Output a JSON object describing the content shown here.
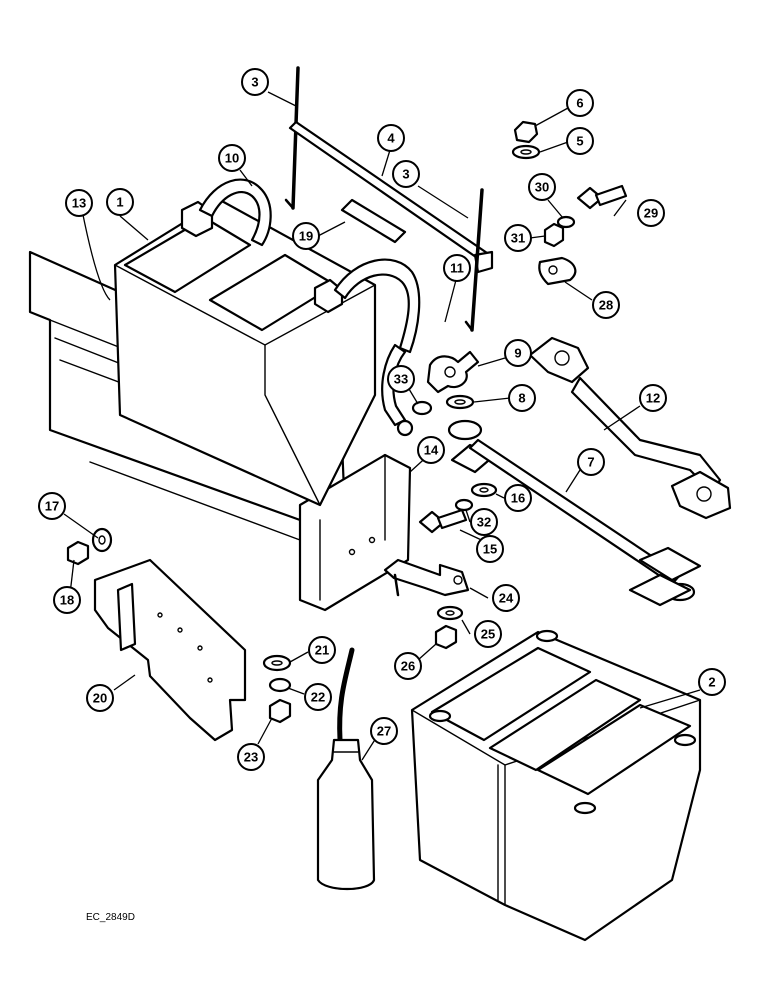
{
  "diagram_ref": "EC_2849D",
  "callouts": [
    "1",
    "2",
    "3",
    "3",
    "4",
    "5",
    "6",
    "7",
    "8",
    "9",
    "10",
    "11",
    "12",
    "13",
    "14",
    "15",
    "16",
    "17",
    "18",
    "19",
    "20",
    "21",
    "22",
    "23",
    "24",
    "25",
    "26",
    "27",
    "28",
    "29",
    "30",
    "31",
    "32",
    "33"
  ]
}
